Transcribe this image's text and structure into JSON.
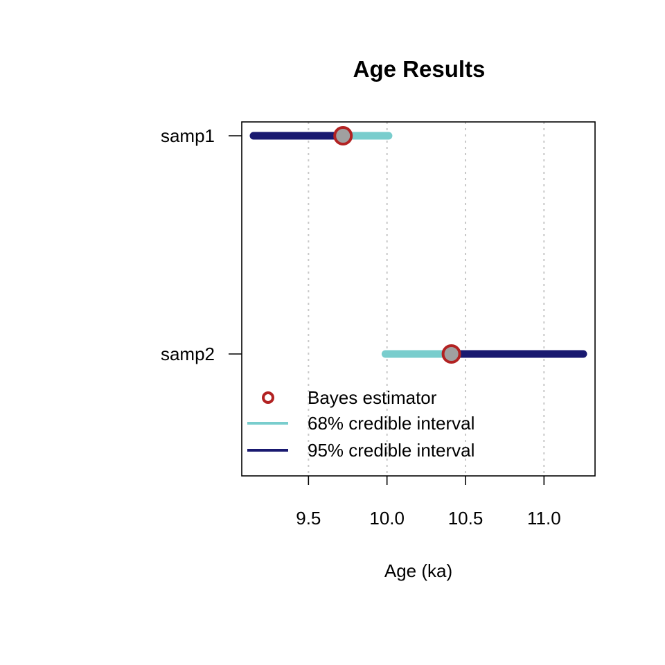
{
  "chart_data": {
    "type": "interval",
    "title": "Age Results",
    "xlabel": "Age (ka)",
    "ylabel": "",
    "xlim": [
      9.075,
      11.325
    ],
    "x_ticks": [
      "9.5",
      "10.0",
      "10.5",
      "11.0"
    ],
    "x_tick_values": [
      9.5,
      10.0,
      10.5,
      11.0
    ],
    "grid": "vertical dotted",
    "categories": [
      "samp1",
      "samp2"
    ],
    "samples": [
      {
        "name": "samp1",
        "estimate": 9.72,
        "ci68": [
          9.7,
          10.01
        ],
        "ci95": [
          9.15,
          9.72
        ]
      },
      {
        "name": "samp2",
        "estimate": 10.41,
        "ci68": [
          9.99,
          10.41
        ],
        "ci95": [
          10.41,
          11.25
        ]
      }
    ],
    "legend": {
      "position": "bottom-left",
      "items": [
        {
          "label": "Bayes estimator",
          "kind": "point",
          "color": "#b22222"
        },
        {
          "label": "68% credible interval",
          "kind": "line",
          "color": "#79cdcd"
        },
        {
          "label": "95% credible interval",
          "kind": "line",
          "color": "#191970"
        }
      ]
    },
    "colors": {
      "estimator": "#b22222",
      "estimator_fill": "#a0a0a0",
      "ci68": "#79cdcd",
      "ci95": "#191970",
      "grid": "#c8c8c8"
    }
  }
}
